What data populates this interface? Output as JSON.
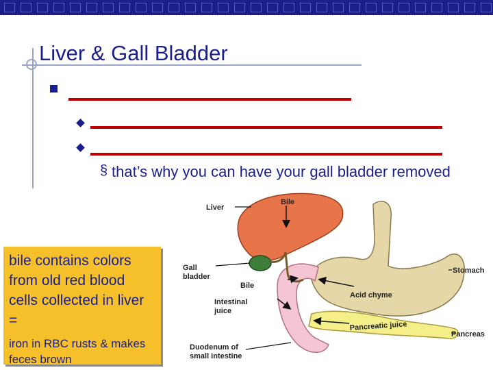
{
  "slide": {
    "title": "Liver & Gall Bladder",
    "sub_bullet_glyph": "§",
    "sub_bullet_text": "that’s why you can have your gall bladder removed"
  },
  "callout": {
    "main_text": "bile contains colors from old red blood cells collected in liver =",
    "small_text": "iron in RBC rusts & makes feces brown"
  },
  "diagram": {
    "labels": {
      "liver": "Liver",
      "bile_top": "Bile",
      "gall_line1": "Gall",
      "gall_line2": "bladder",
      "bile_duct": "Bile",
      "stomach": "Stomach",
      "acid_chyme": "Acid chyme",
      "intestinal_line1": "Intestinal",
      "intestinal_line2": "juice",
      "pancreatic_juice": "Pancreatic juice",
      "pancreas": "Pancreas",
      "duodenum_line1": "Duodenum of",
      "duodenum_line2": "small intestine"
    }
  },
  "colors": {
    "brand_blue": "#1a1f8c",
    "blank_red": "#c00000",
    "callout_yellow": "#f5c02a",
    "liver": "#e8744a",
    "gall_bladder": "#3f7d3a",
    "stomach": "#e6d7a8",
    "intestine": "#f4c6d4",
    "pancreas": "#f5ef8a"
  }
}
